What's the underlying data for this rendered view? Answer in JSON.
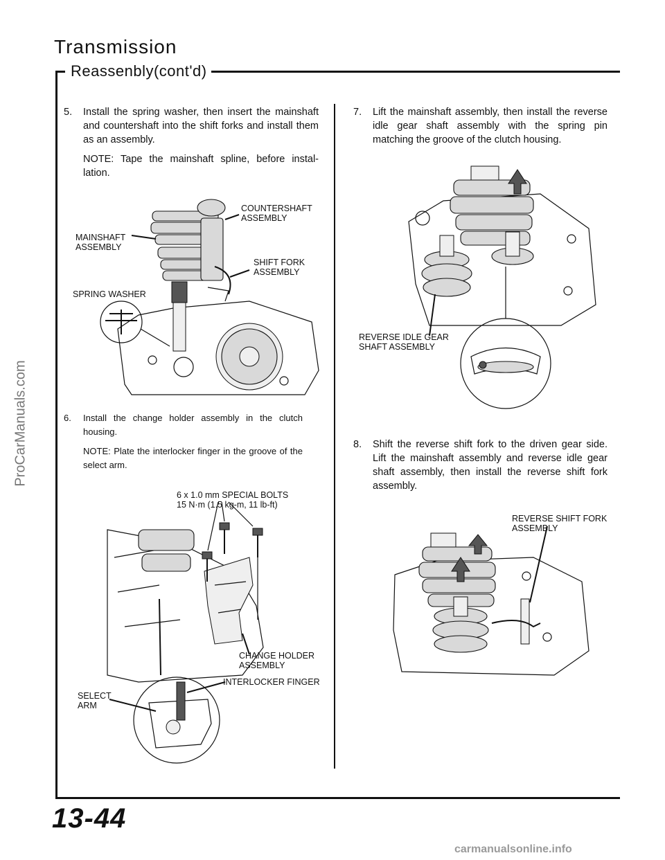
{
  "header": {
    "title": "Transmission",
    "subtitle": "Reassenbly(cont'd)"
  },
  "left": {
    "step5": {
      "num": "5.",
      "text": "Install the spring washer, then insert the mainshaft and countershaft into the shift forks and install them as an assembly.",
      "note": "NOTE: Tape the mainshaft spline, before instal-lation."
    },
    "fig1": {
      "countershaft": "COUNTERSHAFT\nASSEMBLY",
      "mainshaft": "MAINSHAFT\nASSEMBLY",
      "shift_fork": "SHIFT FORK\nASSEMBLY",
      "spring_washer": "SPRING WASHER"
    },
    "step6": {
      "num": "6.",
      "text": "Install the change holder assembly in the clutch housing.",
      "note": "NOTE: Plate the interlocker finger in the groove of the select arm."
    },
    "fig2": {
      "bolts_line1": "6 x 1.0 mm SPECIAL BOLTS",
      "bolts_line2": "15 N·m (1.5 kg-m, 11 lb-ft)",
      "change_holder": "CHANGE HOLDER\nASSEMBLY",
      "interlocker": "INTERLOCKER FINGER",
      "select_arm": "SELECT\nARM"
    }
  },
  "right": {
    "step7": {
      "num": "7.",
      "text": "Lift the mainshaft assembly, then install the reverse idle gear shaft assembly with the spring pin matching the groove of the clutch housing."
    },
    "fig3": {
      "reverse_idle": "REVERSE IDLE GEAR\nSHAFT ASSEMBLY"
    },
    "step8": {
      "num": "8.",
      "text": "Shift the reverse shift fork to the driven gear side. Lift the mainshaft assembly and reverse idle gear shaft assembly, then install the reverse shift fork assembly."
    },
    "fig4": {
      "reverse_shift_fork": "REVERSE SHIFT FORK\nASSEMBLY"
    }
  },
  "footer": {
    "page_number": "13-44",
    "watermark_side": "ProCarManuals.com",
    "watermark_bottom": "carmanualsonline.info"
  }
}
